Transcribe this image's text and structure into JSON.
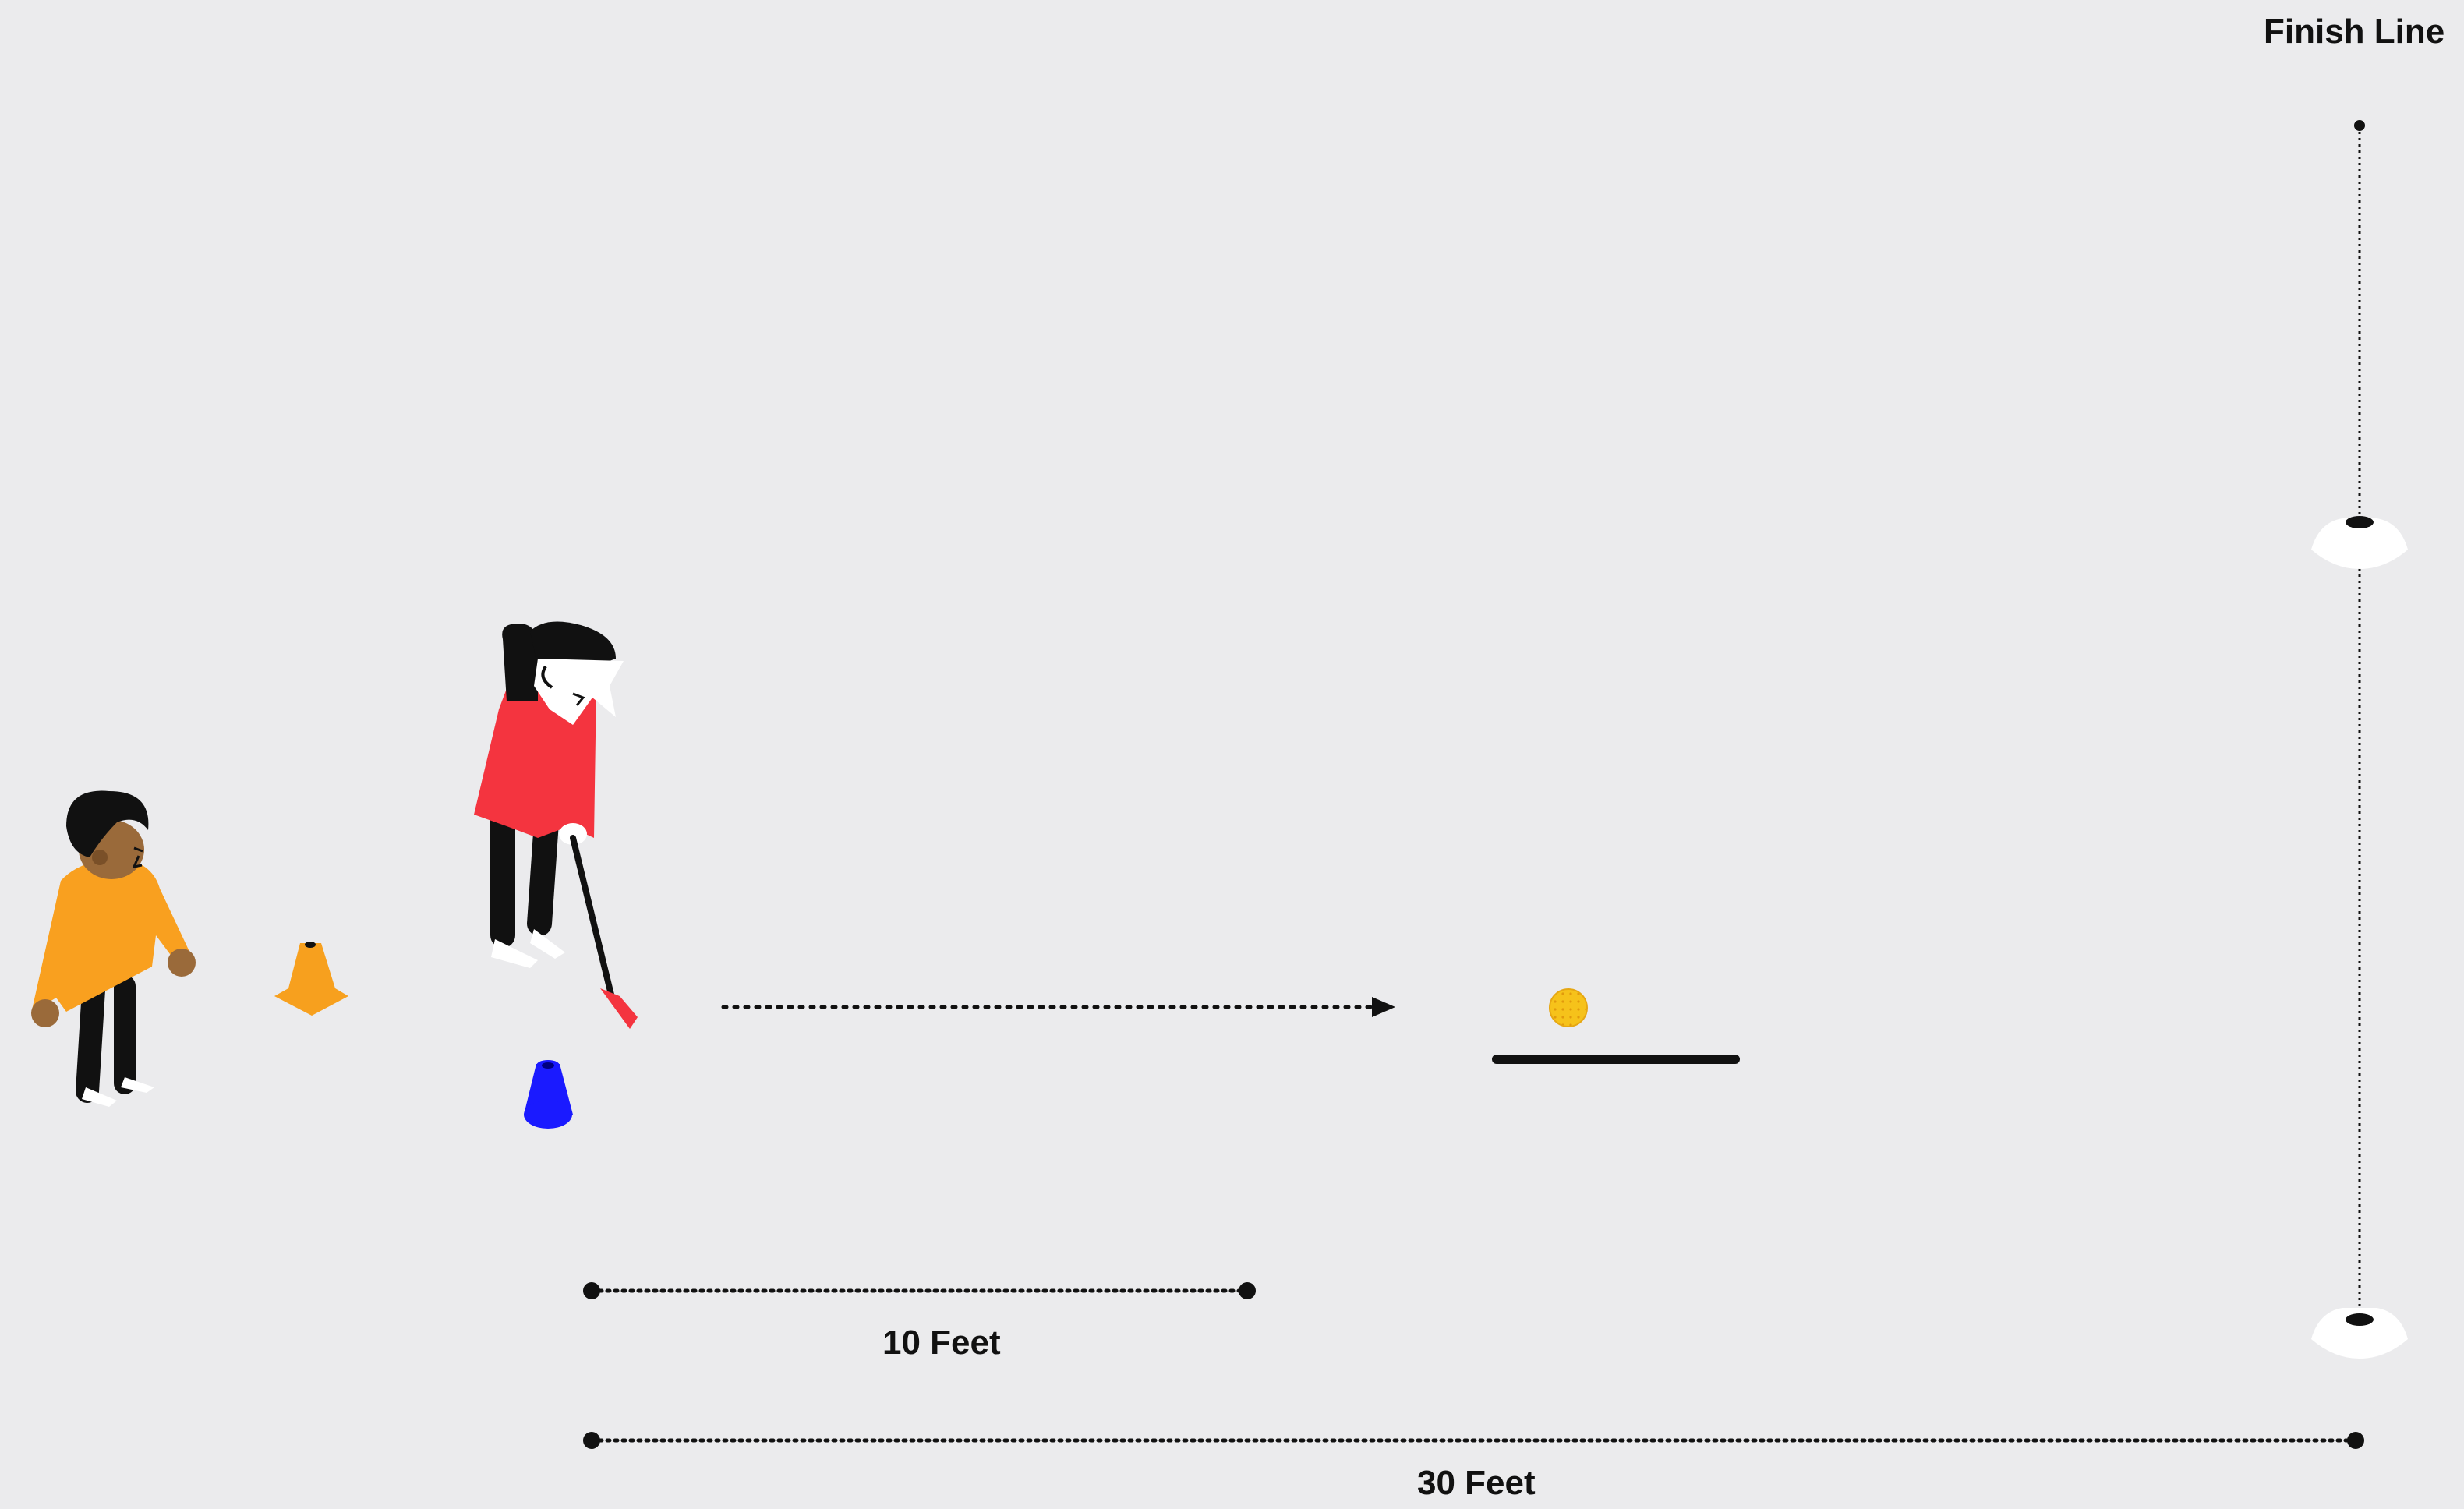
{
  "labels": {
    "finish_line": "Finish Line",
    "short_distance": "10 Feet",
    "long_distance": "30 Feet"
  },
  "colors": {
    "background": "#ebebed",
    "orange_cone": "#f7a01e",
    "blue_cone": "#1a1aff",
    "player_shirt": "#f4343f",
    "coach_shirt": "#f9a01f",
    "ball": "#f6c21a",
    "dome_cone": "#ffffff"
  },
  "icons": [
    "orange-cone-icon",
    "blue-cone-icon",
    "dome-cone-icon",
    "golf-ball-icon",
    "putter-icon"
  ]
}
